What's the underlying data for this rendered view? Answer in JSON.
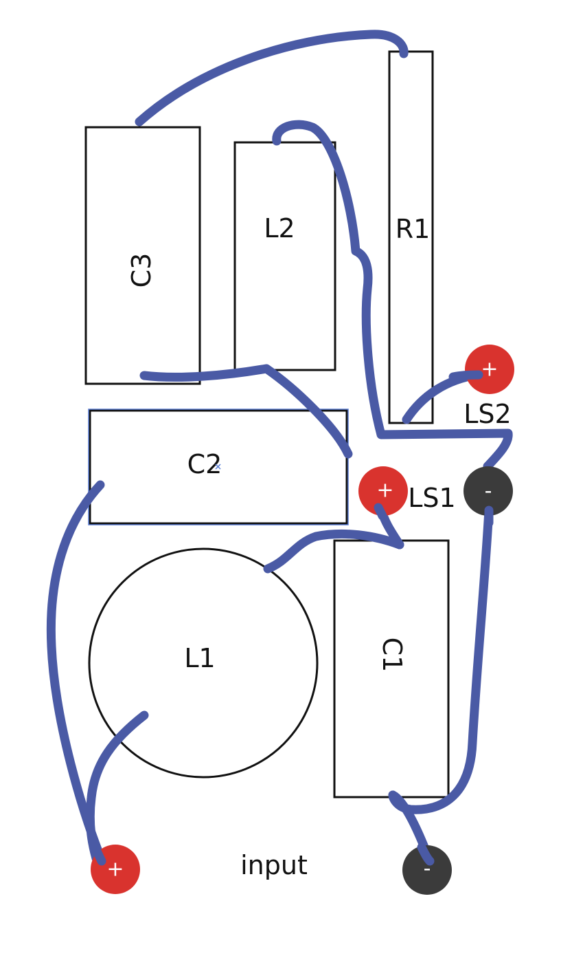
{
  "colors": {
    "wire": "#4a5aa5",
    "terminal_positive": "#d9332e",
    "terminal_negative": "#3b3b3b",
    "selection": "#5b7fd6"
  },
  "components": {
    "c3": "C3",
    "l2": "L2",
    "r1": "R1",
    "c2": "C2",
    "l1": "L1",
    "c1": "C1"
  },
  "terminals": {
    "ls2_plus": "+",
    "ls2_minus": "-",
    "ls1_plus": "+",
    "input_plus": "+",
    "input_minus": "-"
  },
  "labels": {
    "ls2": "LS2",
    "ls1": "LS1",
    "input": "input"
  }
}
